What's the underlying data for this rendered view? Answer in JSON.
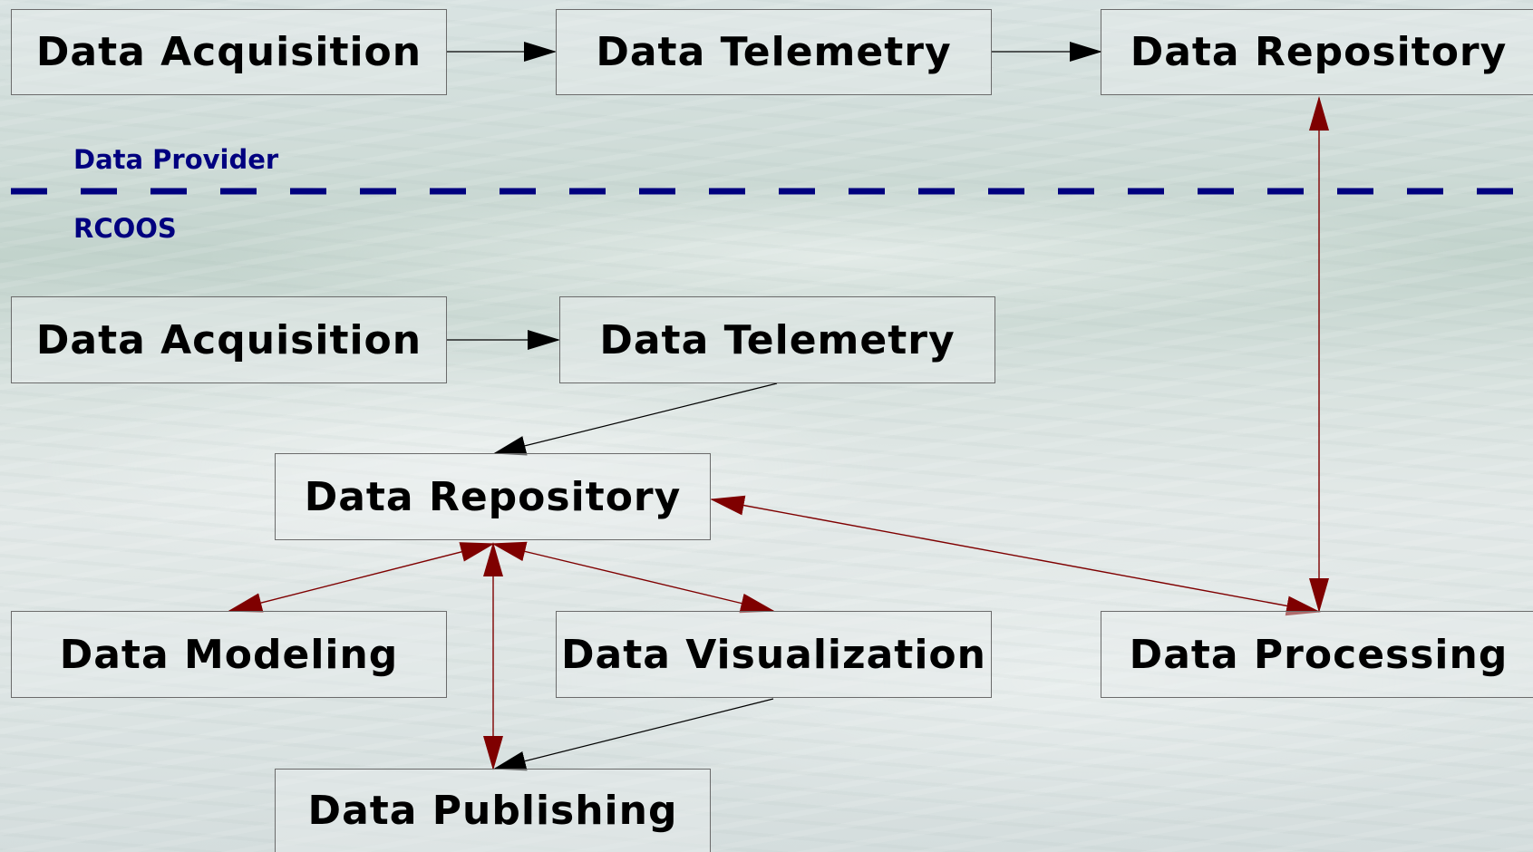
{
  "provider": {
    "label": "Data Provider",
    "acquisition": "Data Acquisition",
    "telemetry": "Data Telemetry",
    "repository": "Data Repository"
  },
  "rcoos": {
    "label": "RCOOS",
    "acquisition": "Data Acquisition",
    "telemetry": "Data Telemetry",
    "repository": "Data Repository",
    "modeling": "Data Modeling",
    "visualization": "Data Visualization",
    "processing": "Data Processing",
    "publishing": "Data Publishing"
  },
  "colors": {
    "divider": "#00007f",
    "black_arrow": "#000000",
    "red_arrow": "#7f0000",
    "zone_label": "#00007f"
  }
}
